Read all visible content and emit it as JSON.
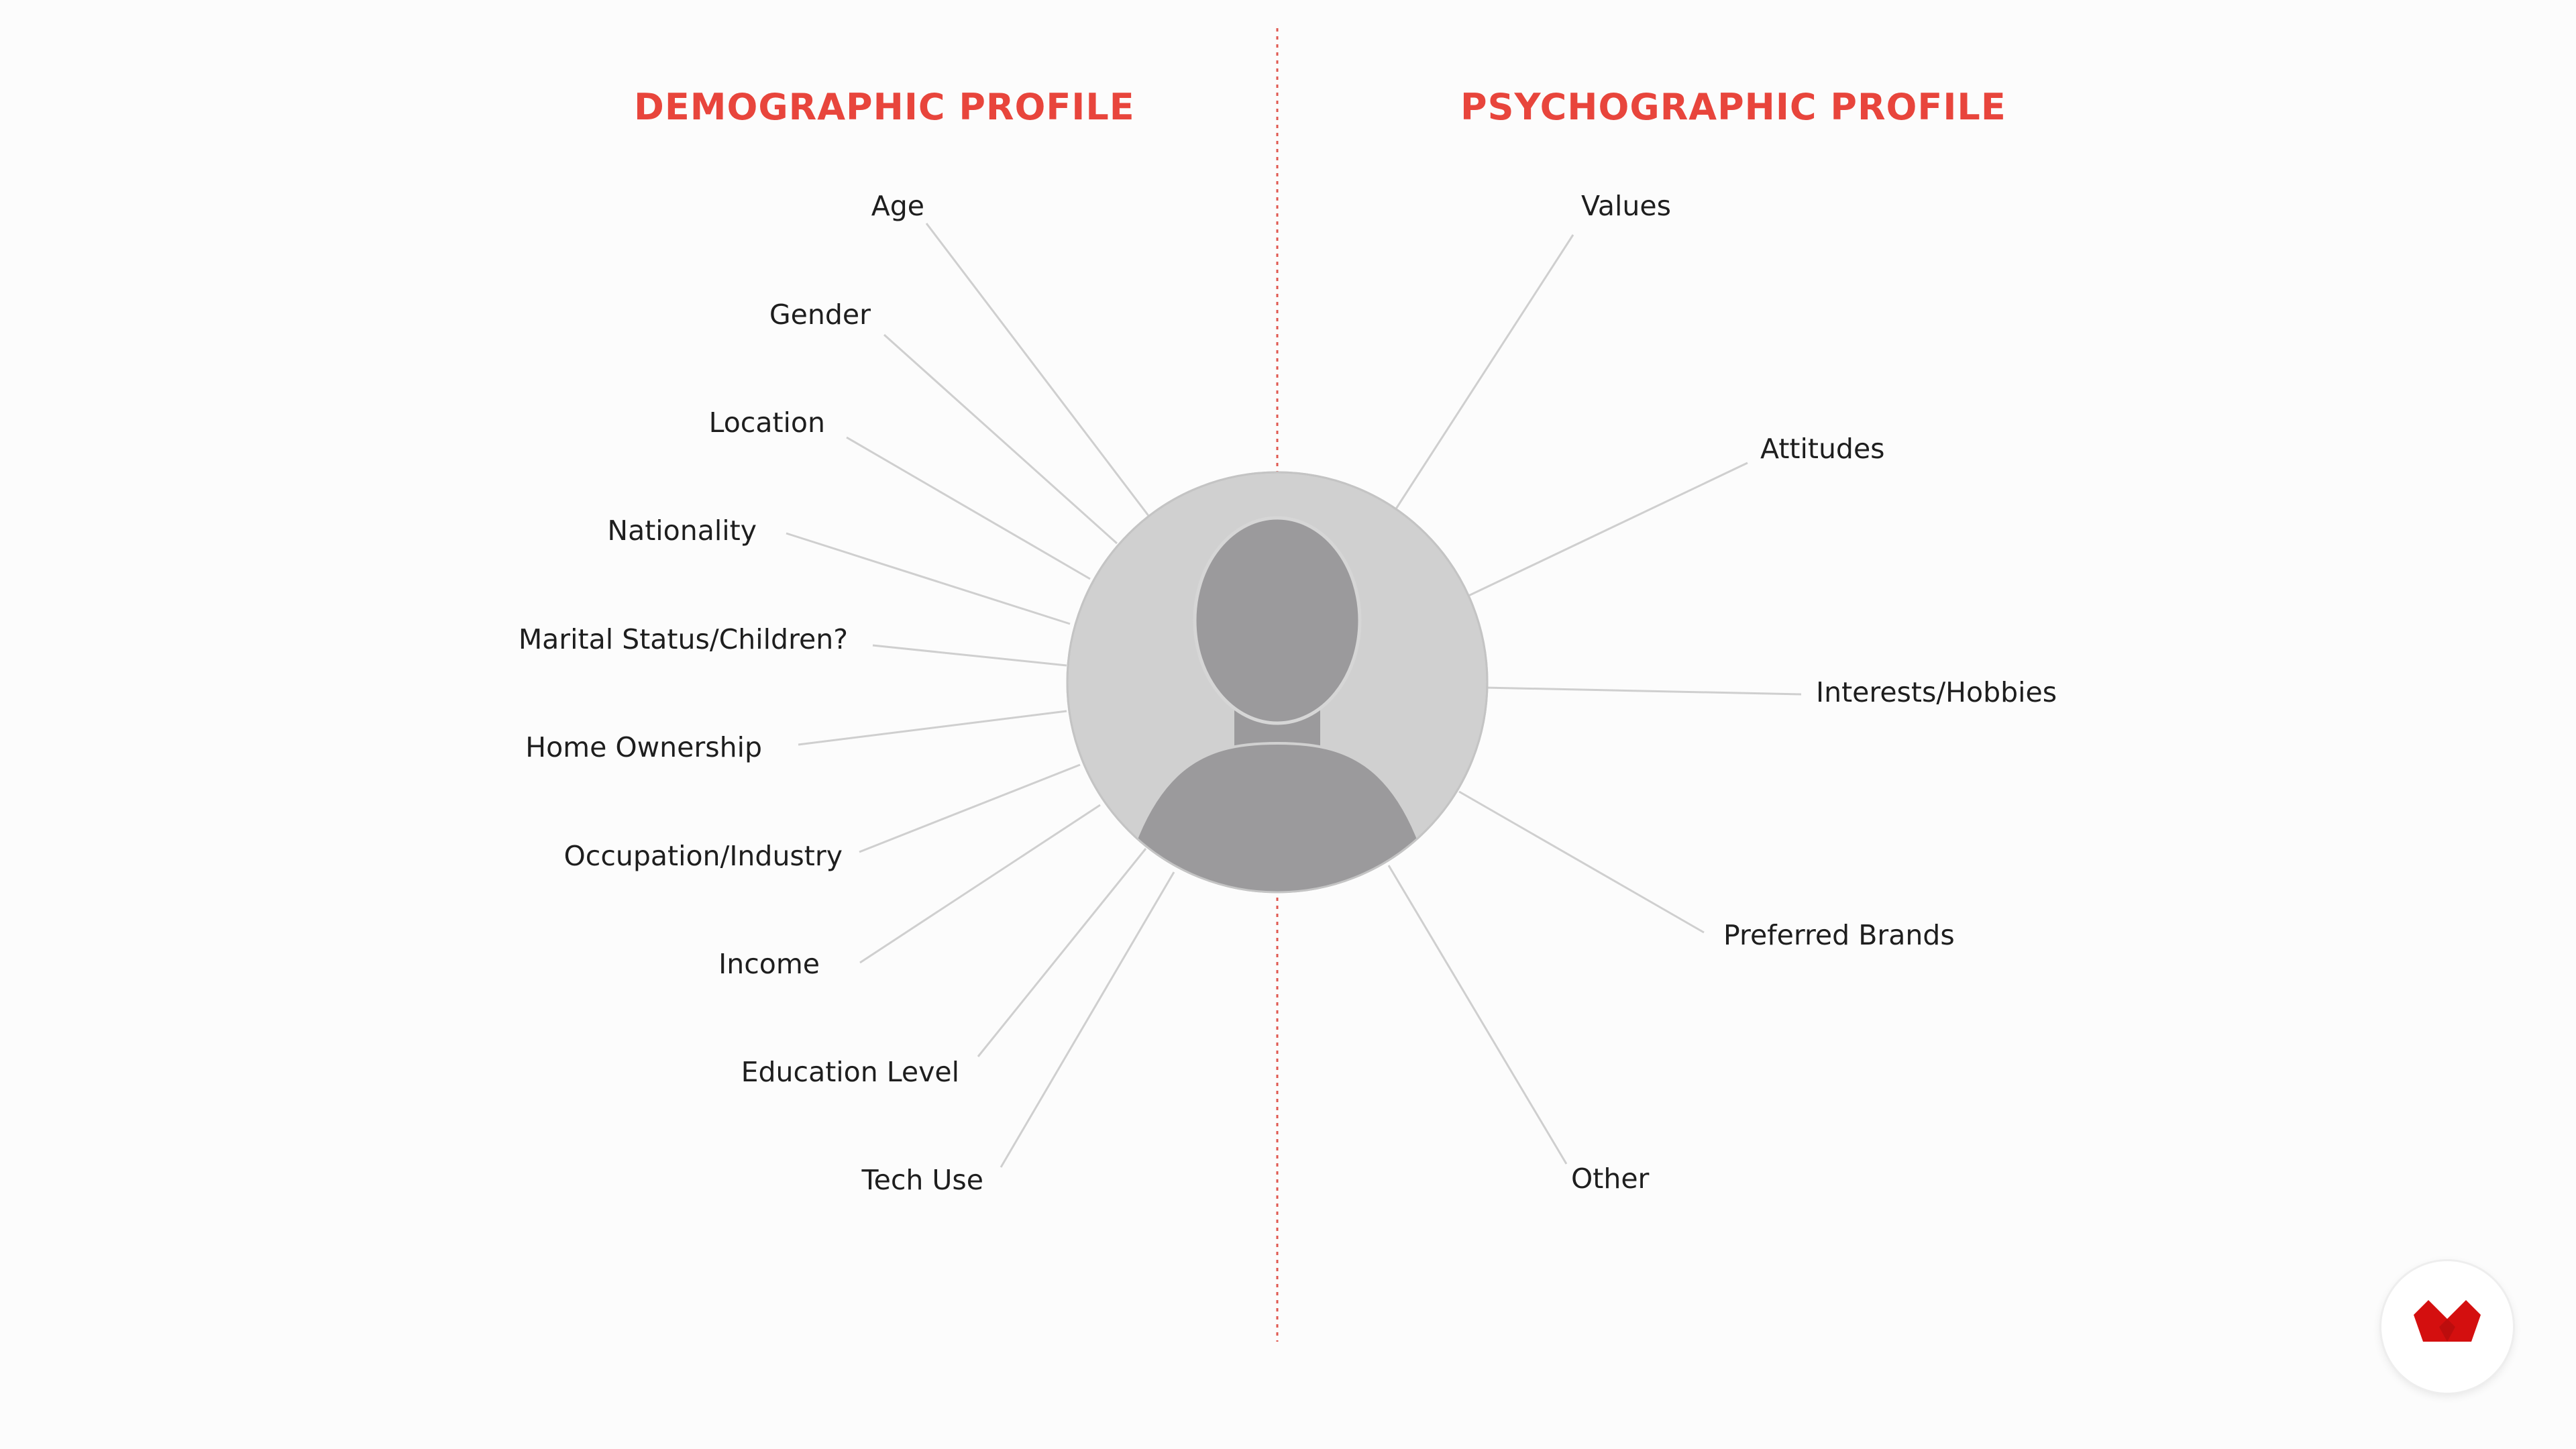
{
  "headings": {
    "left": "DEMOGRAPHIC PROFILE",
    "right": "PSYCHOGRAPHIC PROFILE"
  },
  "demographic_items": [
    "Age",
    "Gender",
    "Location",
    "Nationality",
    "Marital Status/Children?",
    "Home Ownership",
    "Occupation/Industry",
    "Income",
    "Education Level",
    "Tech Use"
  ],
  "psychographic_items": [
    "Values",
    "Attitudes",
    "Interests/Hobbies",
    "Preferred Brands",
    "Other"
  ],
  "colors": {
    "accent": "#e8453c",
    "divider": "#e05a52",
    "avatar_bg": "#d0d0d0",
    "avatar_figure": "#9b9a9c",
    "connector": "#cfcfcf",
    "logo": "#d40f0f"
  },
  "icons": {
    "center": "person-silhouette-icon",
    "corner": "brand-logo-icon"
  }
}
